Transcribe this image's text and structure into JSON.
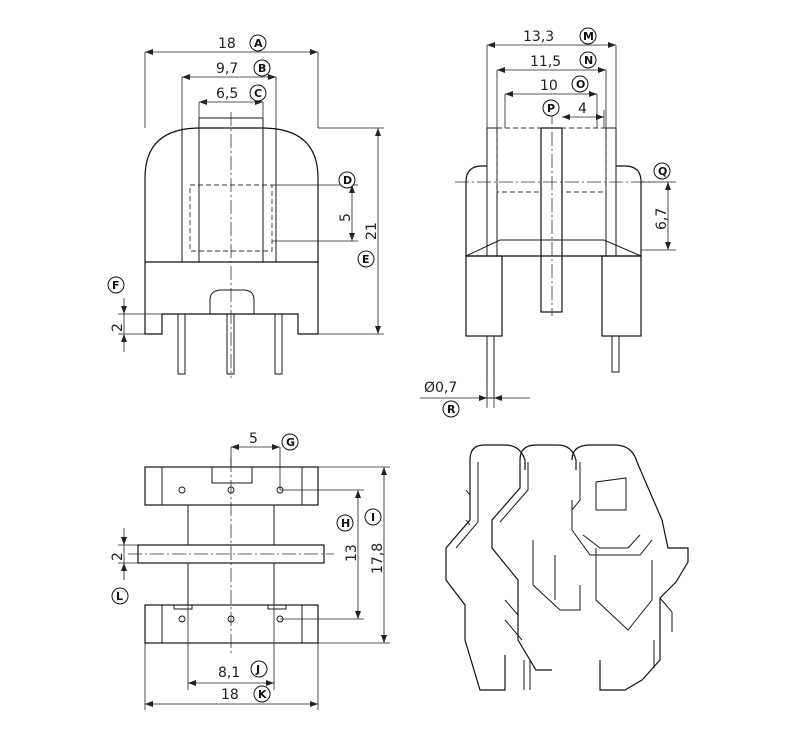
{
  "dimensions": {
    "width_18": "18",
    "width_9_7": "9,7",
    "width_6_5": "6,5",
    "height_5": "5",
    "height_21": "21",
    "height_2": "2",
    "top_13_3": "13,3",
    "top_11_5": "11,5",
    "top_10": "10",
    "top_4": "4",
    "side_6_7": "6,7",
    "pin_dia": "Ø0,7",
    "bot_5": "5",
    "bot_13": "13",
    "bot_17_8": "17,8",
    "bot_2": "2",
    "bot_8_1": "8,1",
    "bot_18": "18"
  },
  "labels": {
    "A": "A",
    "B": "B",
    "C": "C",
    "D": "D",
    "E": "E",
    "F": "F",
    "G": "G",
    "H": "H",
    "I": "I",
    "J": "J",
    "K": "K",
    "L": "L",
    "M": "M",
    "N": "N",
    "O": "O",
    "P": "P",
    "Q": "Q",
    "R": "R"
  }
}
